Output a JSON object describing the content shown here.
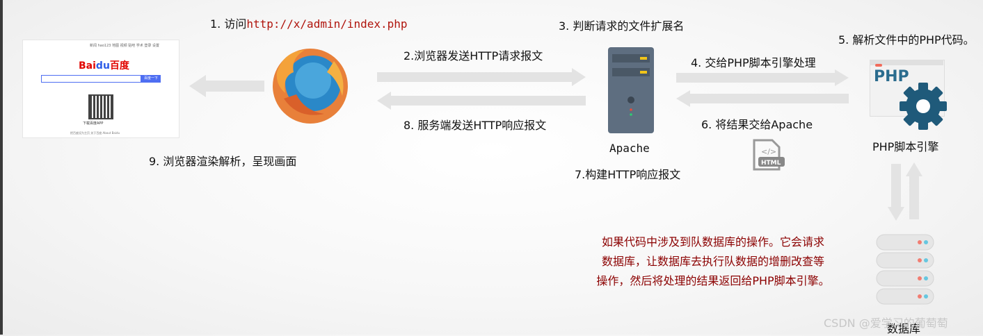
{
  "steps": {
    "s1_prefix": "1. 访问",
    "s1_url": "http://x/admin/index.php",
    "s2": "2.浏览器发送HTTP请求报文",
    "s3": "3. 判断请求的文件扩展名",
    "s4": "4. 交给PHP脚本引擎处理",
    "s5": "5. 解析文件中的PHP代码。",
    "s6": "6. 将结果交给Apache",
    "s7": "7.构建HTTP响应报文",
    "s8": "8. 服务端发送HTTP响应报文",
    "s9": "9. 浏览器渲染解析，呈现画面"
  },
  "nodes": {
    "apache": "Apache",
    "php_engine": "PHP脚本引擎",
    "php_logo": "PHP",
    "html_badge": "HTML",
    "database": "数据库"
  },
  "browser_preview": {
    "nav": "新闻  hao123  地图  视频  贴吧  学术  登录  设置",
    "logo_text": "Bai",
    "logo_blue": "du",
    "logo_cn": "百度",
    "search_button": "百度一下",
    "qr_caption": "下载百度APP",
    "footer": "把百度设为主页   关于百度   About Baidu"
  },
  "note": {
    "line1": "如果代码中涉及到队数据库的操作。它会请求",
    "line2": "数据库，让数据库去执行队数据的增删改查等",
    "line3": "操作，然后将处理的结果返回给PHP脚本引擎。"
  },
  "watermark": "CSDN @爱学习的葡萄萄",
  "colors": {
    "url": "#b0140c",
    "note": "#8b0000",
    "arrow": "#e3e3e3",
    "server": "#5e6e80",
    "gear": "#1f5a7a"
  }
}
